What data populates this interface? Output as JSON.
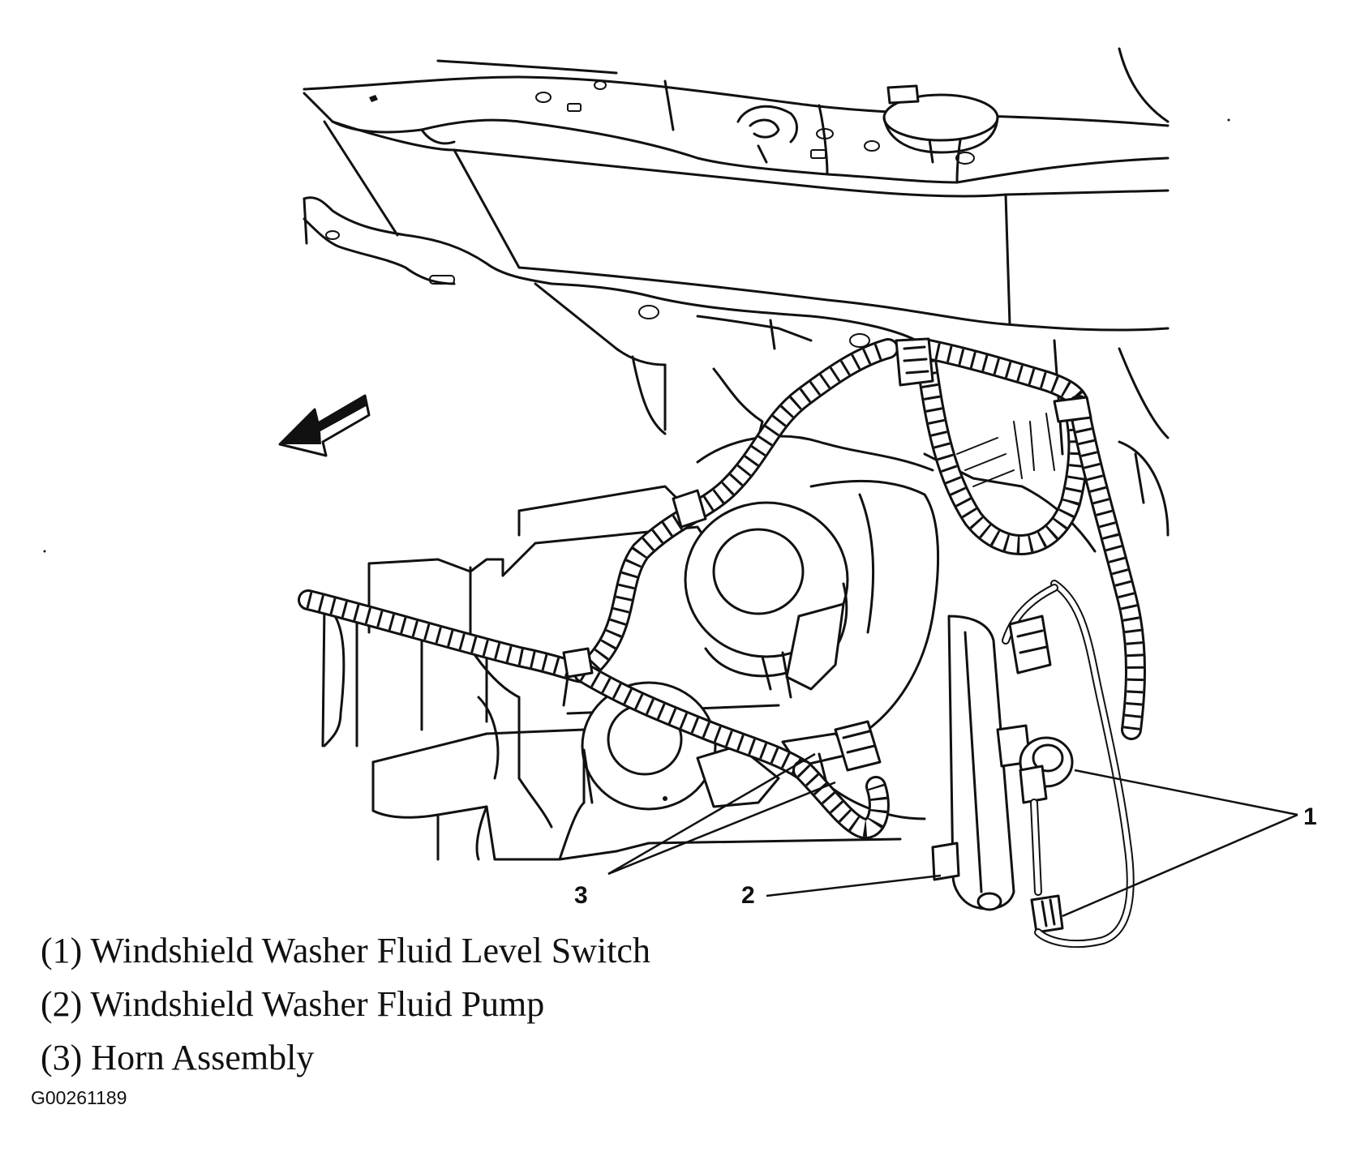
{
  "callouts": {
    "c1": "1",
    "c2": "2",
    "c3": "3"
  },
  "legend": [
    {
      "text": "(1) Windshield Washer Fluid Level Switch"
    },
    {
      "text": "(2) Windshield Washer Fluid Pump"
    },
    {
      "text": "(3) Horn Assembly"
    }
  ],
  "figure_id": "G00261189",
  "colors": {
    "ink": "#111111",
    "paper": "#ffffff"
  }
}
